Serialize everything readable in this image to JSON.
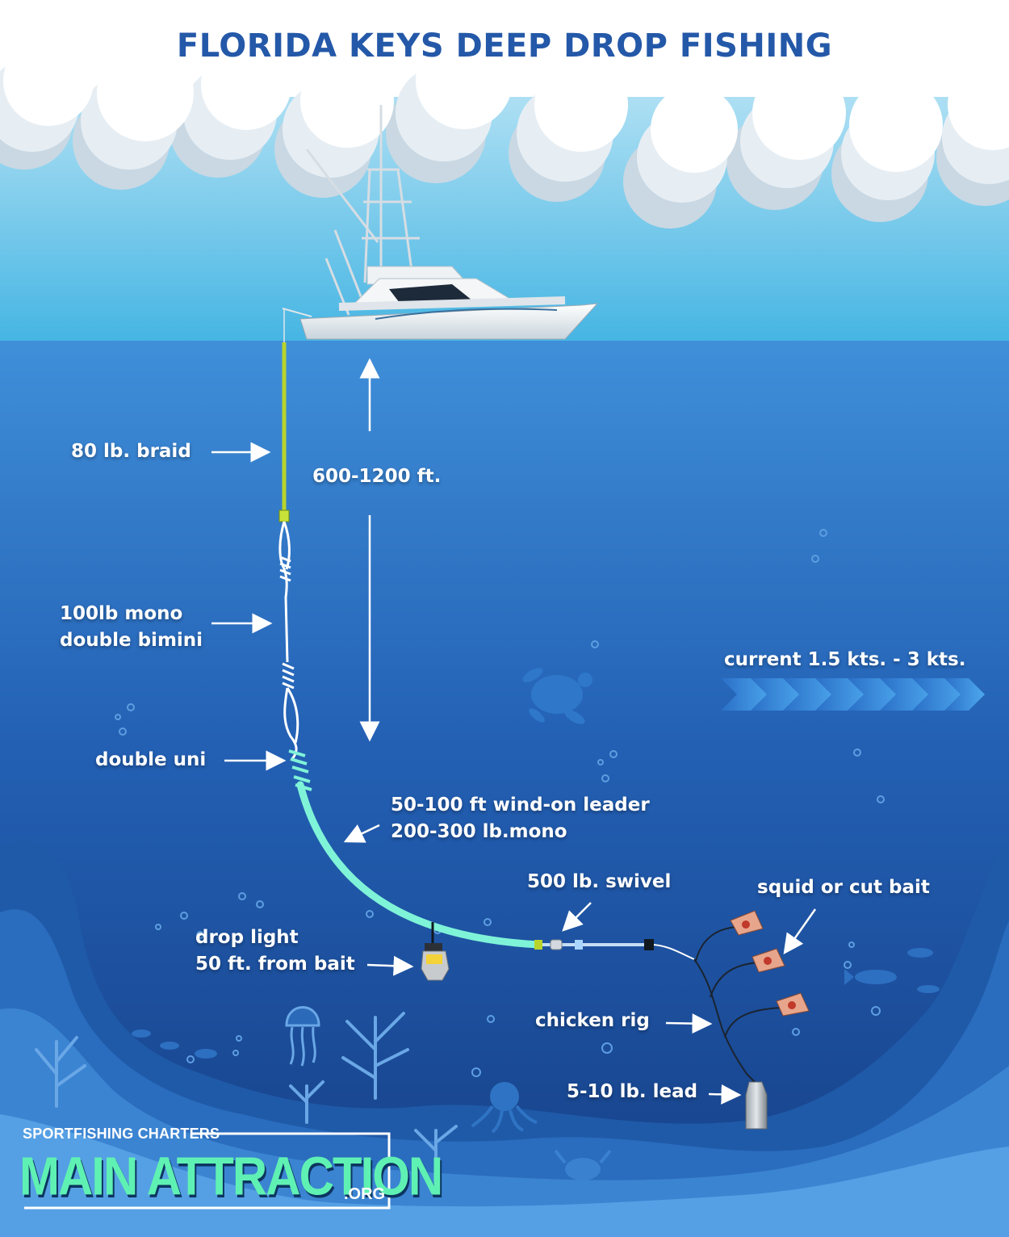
{
  "title": "FLORIDA KEYS DEEP DROP FISHING",
  "labels": {
    "braid": "80 lb. braid",
    "depth": "600-1200 ft.",
    "mono_line1": "100lb mono",
    "mono_line2": "double bimini",
    "current": "current 1.5 kts. - 3 kts.",
    "uni": "double uni",
    "leader_line1": "50-100 ft wind-on leader",
    "leader_line2": "200-300 lb.mono",
    "swivel": "500 lb. swivel",
    "bait": "squid or cut bait",
    "light_line1": "drop light",
    "light_line2": "50 ft. from bait",
    "chicken": "chicken rig",
    "lead": "5-10 lb. lead"
  },
  "brand": {
    "top": "SPORTFISHING CHARTERS",
    "main": "MAIN ATTRACTION",
    "suffix": ".ORG"
  },
  "colors": {
    "title": "#2458a8",
    "sky_top": "#b9e3f3",
    "sky_bottom": "#4fb9e4",
    "sea_top": "#3e8ed8",
    "sea_bottom": "#153f84",
    "braid": "#b8d42c",
    "leader": "#7ff3d8",
    "brand_green": "#5ff1b3"
  }
}
